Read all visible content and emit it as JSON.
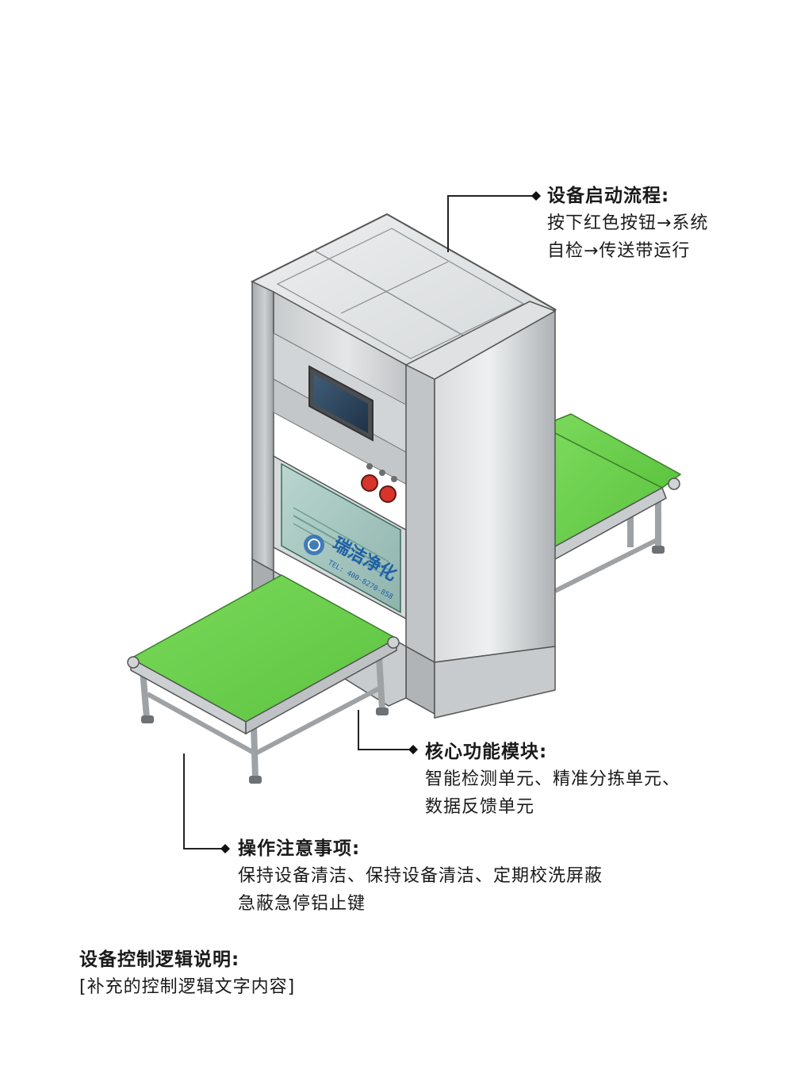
{
  "brand": {
    "name": "瑞洁净化",
    "tel": "TEL: 400-8270-858"
  },
  "colors": {
    "belt": "#6cd04f",
    "steel": "#cfd2d4",
    "button_red": "#d8342c",
    "text": "#1a1a1a"
  },
  "callouts": {
    "startup": {
      "title": "设备启动流程:",
      "lines": [
        "按下红色按钮→系统",
        "自检→传送带运行"
      ]
    },
    "modules": {
      "title": "核心功能模块:",
      "lines": [
        "智能检测单元、精准分拣单元、",
        "数据反馈单元"
      ]
    },
    "notes": {
      "title": "操作注意事项:",
      "lines": [
        "保持设备清洁、保持设备清洁、定期校洗屏蔽",
        "急蔽急停铝止键"
      ]
    }
  },
  "logic": {
    "title": "设备控制逻辑说明:",
    "text": "[补充的控制逻辑文字内容]"
  }
}
